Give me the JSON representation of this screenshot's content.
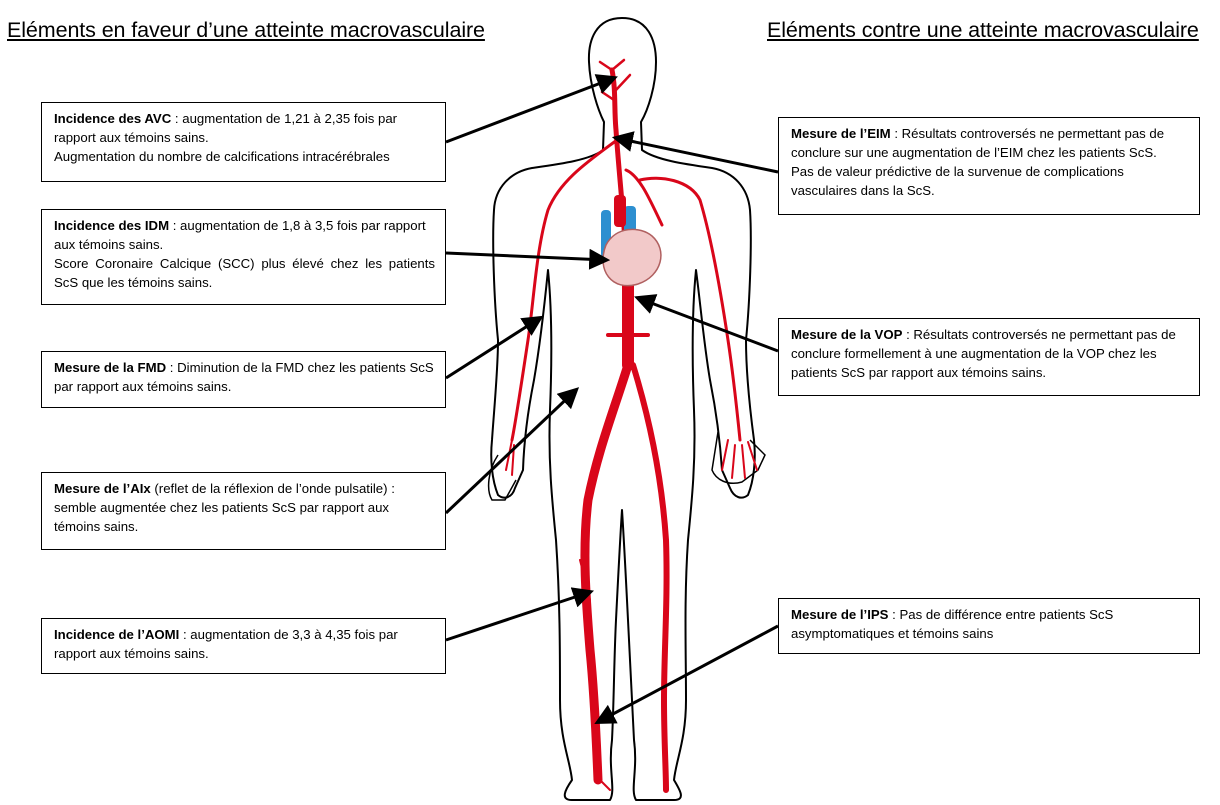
{
  "headings": {
    "left": "Eléments en faveur d’une atteinte macrovasculaire",
    "right": "Eléments contre une atteinte macrovasculaire"
  },
  "boxes": {
    "avc": {
      "title": "Incidence des AVC",
      "text1": " : augmentation de 1,21 à 2,35 fois par rapport aux témoins sains.",
      "text2": "Augmentation du nombre de calcifications intracérébrales"
    },
    "idm": {
      "title": "Incidence des IDM",
      "text1": " : augmentation de 1,8 à 3,5 fois par rapport aux témoins sains.",
      "text2": "Score Coronaire Calcique (SCC) plus élevé chez les patients ScS que les témoins sains."
    },
    "fmd": {
      "title": "Mesure de la FMD",
      "text1": " : Diminution de la FMD chez les patients ScS par rapport aux témoins sains."
    },
    "aix": {
      "title": "Mesure de l’AIx",
      "text1": " (reflet de la réflexion de l’onde pulsatile) : semble augmentée chez les patients ScS par rapport aux témoins sains."
    },
    "aomi": {
      "title": "Incidence de l’AOMI",
      "text1": " : augmentation de 3,3 à 4,35 fois par rapport aux témoins sains."
    },
    "eim": {
      "title": "Mesure de l’EIM",
      "text1": " : Résultats controversés ne permettant pas de conclure sur une augmentation de l’EIM chez les patients ScS.",
      "text2": "Pas de valeur prédictive de la survenue de complications vasculaires dans la ScS."
    },
    "vop": {
      "title": "Mesure de la VOP",
      "text1": " : Résultats controversés ne permettant pas de conclure formellement à une augmentation de la VOP chez les patients ScS par rapport aux témoins sains."
    },
    "ips": {
      "title": "Mesure de l’IPS",
      "text1": " : Pas de différence entre patients ScS asymptomatiques et témoins sains"
    }
  },
  "colors": {
    "artery": "#d9061a",
    "vein": "#2d8fd0",
    "heart": "#f2c9c9",
    "outline": "#000000"
  },
  "illustration": {
    "subject": "human-body-arterial-system",
    "icons": [
      "body-outline",
      "heart-icon",
      "aorta",
      "carotid-artery"
    ]
  }
}
